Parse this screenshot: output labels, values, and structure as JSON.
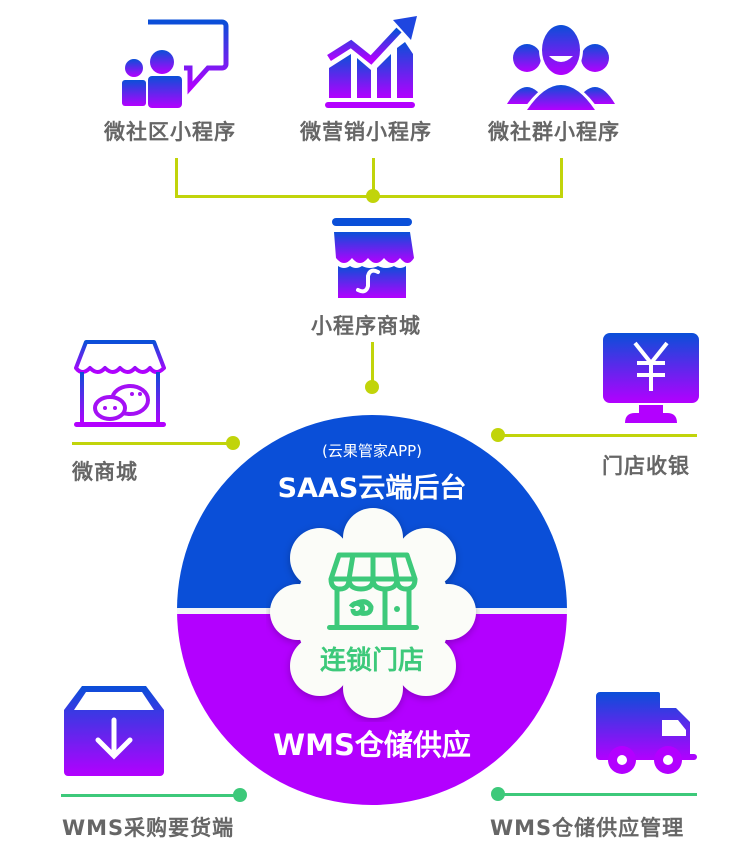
{
  "top_apps": [
    {
      "label": "微社区小程序",
      "icon": "community-chat-icon"
    },
    {
      "label": "微营销小程序",
      "icon": "growth-chart-icon"
    },
    {
      "label": "微社群小程序",
      "icon": "user-group-icon"
    }
  ],
  "mini_mall": {
    "label": "小程序商城",
    "icon": "mini-program-store-icon"
  },
  "wechat_mall": {
    "label": "微商城",
    "icon": "wechat-store-icon"
  },
  "store_cashier": {
    "label": "门店收银",
    "icon": "cashier-monitor-icon",
    "glyph": "¥"
  },
  "center": {
    "top_subtitle": "(云果管家APP)",
    "top_title": "SAAS云端后台",
    "core_label": "连锁门店",
    "bottom_title": "WMS仓储供应"
  },
  "wms_purchase": {
    "label": "WMS采购要货端",
    "icon": "download-box-icon"
  },
  "wms_supply": {
    "label": "WMS仓储供应管理",
    "icon": "delivery-truck-icon"
  },
  "colors": {
    "blue": "#0a4fd8",
    "purple": "#b300ff",
    "lime_connector": "#c1d40a",
    "green_connector": "#3dc97a",
    "core_green": "#3dc97a",
    "label_gray": "#666666"
  }
}
